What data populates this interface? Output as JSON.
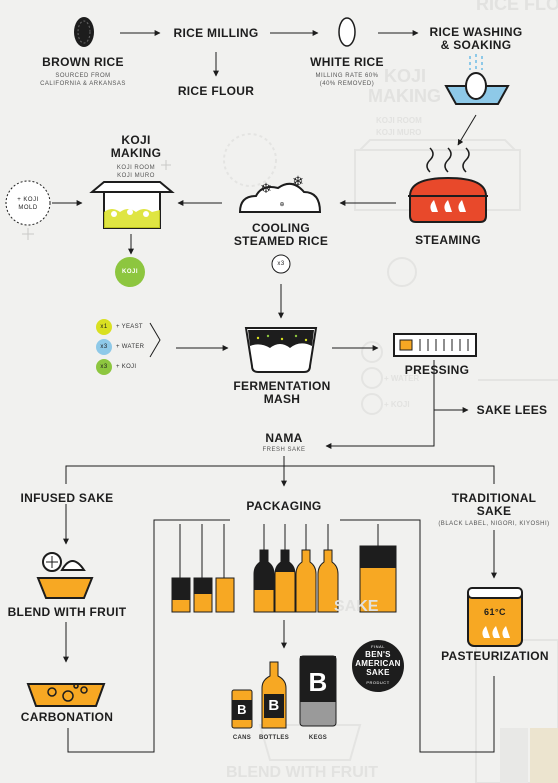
{
  "steps": {
    "brown_rice": "BROWN RICE",
    "brown_rice_sub1": "SOURCED FROM",
    "brown_rice_sub2": "CALIFORNIA & ARKANSAS",
    "rice_milling": "RICE MILLING",
    "rice_flour": "RICE FLOUR",
    "white_rice": "WHITE RICE",
    "white_rice_sub1": "MILLING RATE 60%",
    "white_rice_sub2": "(40% REMOVED)",
    "washing1": "RICE WASHING",
    "washing2": "& SOAKING",
    "koji_making1": "KOJI",
    "koji_making2": "MAKING",
    "koji_room": "KOJI ROOM",
    "koji_muro": "KOJI MURO",
    "koji_mold1": "+ KOJI",
    "koji_mold2": "MOLD",
    "koji_circle": "KOJI",
    "cooling1": "COOLING",
    "cooling2": "STEAMED RICE",
    "x3_badge": "x3",
    "steaming": "STEAMING",
    "fermentation1": "FERMENTATION",
    "fermentation2": "MASH",
    "pressing": "PRESSING",
    "sake_lees": "SAKE LEES",
    "nama": "NAMA",
    "nama_sub": "FRESH SAKE",
    "infused": "INFUSED SAKE",
    "packaging": "PACKAGING",
    "traditional1": "TRADITIONAL",
    "traditional2": "SAKE",
    "traditional_sub": "(BLACK LABEL, NIGORI, KIYOSHI)",
    "blend": "BLEND WITH FRUIT",
    "carbonation": "CARBONATION",
    "pasteurization": "PASTEURIZATION",
    "temp": "61°C"
  },
  "ingredients": [
    {
      "badge": "x1",
      "label": "+ YEAST",
      "color": "#d9e021"
    },
    {
      "badge": "x3",
      "label": "+ WATER",
      "color": "#8ec9e8"
    },
    {
      "badge": "x3",
      "label": "+ KOJI",
      "color": "#8dc63f"
    }
  ],
  "products": {
    "cans": "CANS",
    "bottles": "BOTTLES",
    "kegs": "KEGS",
    "brand_letter": "B"
  },
  "seal": {
    "top": "FINAL",
    "line1": "BEN'S",
    "line2": "AMERICAN",
    "line3": "SAKE",
    "bottom": "PRODUCT"
  },
  "ghost": {
    "rice_flour": "RICE FLO",
    "koji_making": "KOJI",
    "making": "MAKING",
    "koji_room": "KOJI ROOM",
    "koji_muro": "KOJI MURO",
    "sake": "SAKE",
    "water": "+ WATER",
    "koji": "+ KOJI",
    "blend": "BLEND WITH FRUIT"
  },
  "colors": {
    "orange": "#f7a823",
    "red": "#e8492b",
    "green": "#8dc63f",
    "blue": "#8ec9e8",
    "yellow": "#d9e021",
    "dark": "#1d1d1d",
    "bg": "#f1f1ef"
  }
}
